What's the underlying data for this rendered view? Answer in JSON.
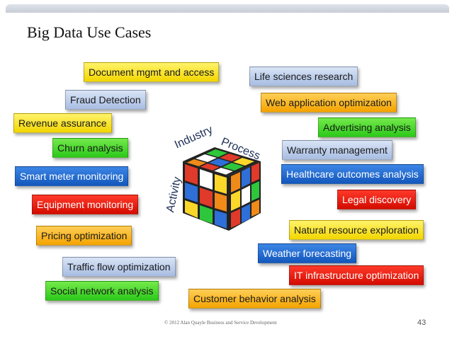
{
  "title": "Big Data Use Cases",
  "cube_labels": {
    "industry": "Industry",
    "process": "Process",
    "activity": "Activity"
  },
  "tags": [
    "Document  mgmt and access",
    "Life sciences research",
    "Fraud Detection",
    "Web application optimization",
    "Revenue assurance",
    "Advertising analysis",
    "Churn analysis",
    "Warranty management",
    "Smart meter monitoring",
    "Healthcare outcomes analysis",
    "Legal discovery",
    "Equipment monitoring",
    "Natural resource exploration",
    "Pricing optimization",
    "Weather forecasting",
    "Traffic flow optimization",
    "IT infrastructure optimization",
    "Social network analysis",
    "Customer behavior analysis"
  ],
  "footer": "© 2012 Alan Quayle Business and Service Development",
  "page_number": "43"
}
